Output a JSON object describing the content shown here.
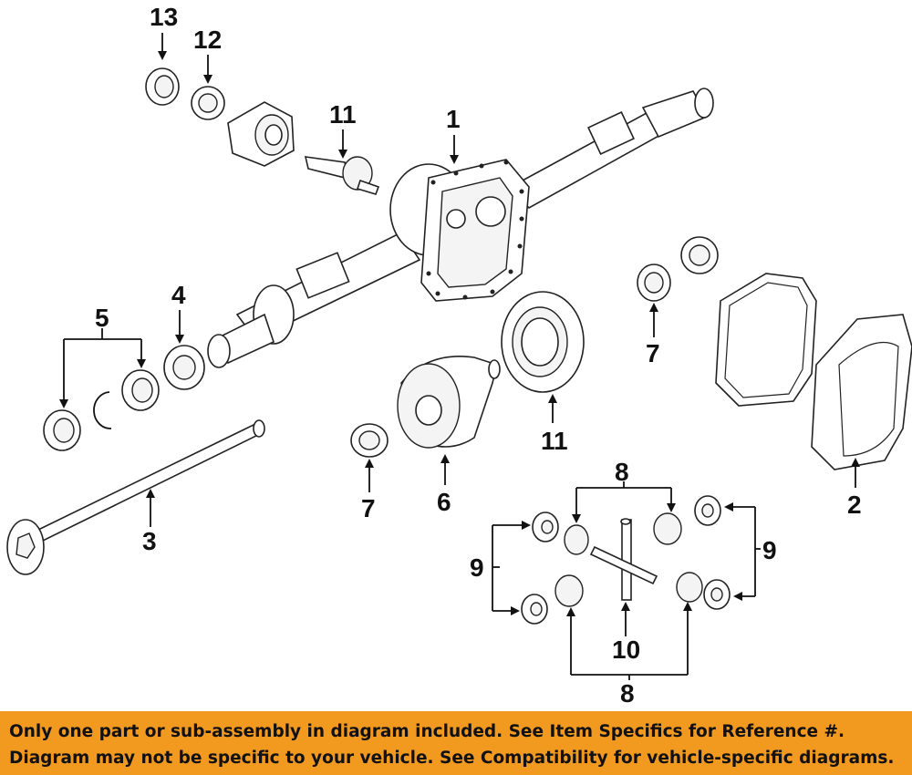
{
  "callouts": {
    "c1": "1",
    "c2": "2",
    "c3": "3",
    "c4": "4",
    "c5": "5",
    "c6": "6",
    "c7a": "7",
    "c7b": "7",
    "c8a": "8",
    "c8b": "8",
    "c9a": "9",
    "c9b": "9",
    "c10": "10",
    "c11a": "11",
    "c11b": "11",
    "c12": "12",
    "c13": "13"
  },
  "footer": {
    "line1": "Only one part or sub-assembly in diagram included. See Item Specifics for Reference #.",
    "line2": "Diagram may not be specific to your vehicle. See Compatibility for vehicle-specific diagrams."
  },
  "colors": {
    "banner": "#f29a1f",
    "ink": "#111111",
    "background": "#ffffff"
  }
}
